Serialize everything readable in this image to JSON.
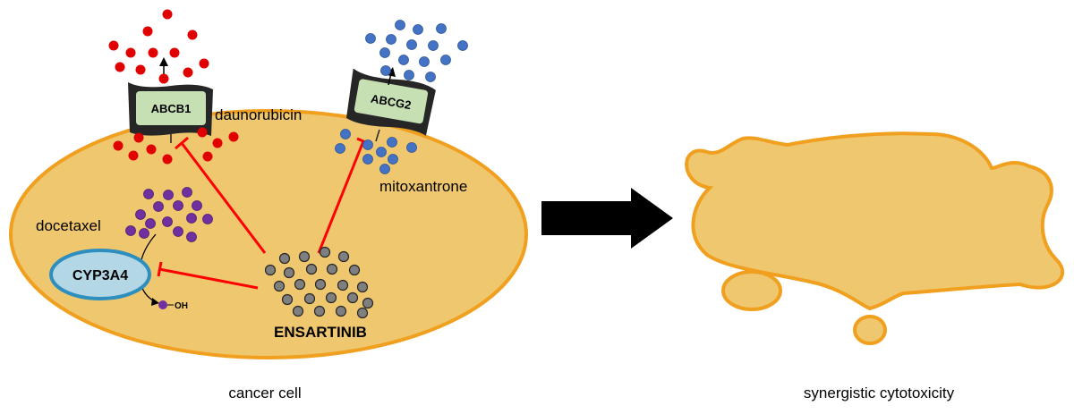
{
  "labels": {
    "abcb1": "ABCB1",
    "abcg2": "ABCG2",
    "daunorubicin": "daunorubicin",
    "mitoxantrone": "mitoxantrone",
    "docetaxel": "docetaxel",
    "cyp3a4": "CYP3A4",
    "oh": "OH",
    "ensartinib": "ENSARTINIB",
    "cancer_cell": "cancer cell",
    "synergistic": "synergistic cytotoxicity"
  },
  "colors": {
    "cell_fill": "#efc76f",
    "cell_stroke": "#f0a01e",
    "transporter_fill": "#c6e0b4",
    "transporter_dark": "#262626",
    "daunorubicin": "#e00000",
    "mitoxantrone": "#4472c4",
    "docetaxel": "#7030a0",
    "ensartinib": "#7f7f7f",
    "cyp3a4_fill": "#b4d7e6",
    "cyp3a4_stroke": "#2e8fbf",
    "inhibit": "#ff0000",
    "big_arrow": "#000000"
  }
}
